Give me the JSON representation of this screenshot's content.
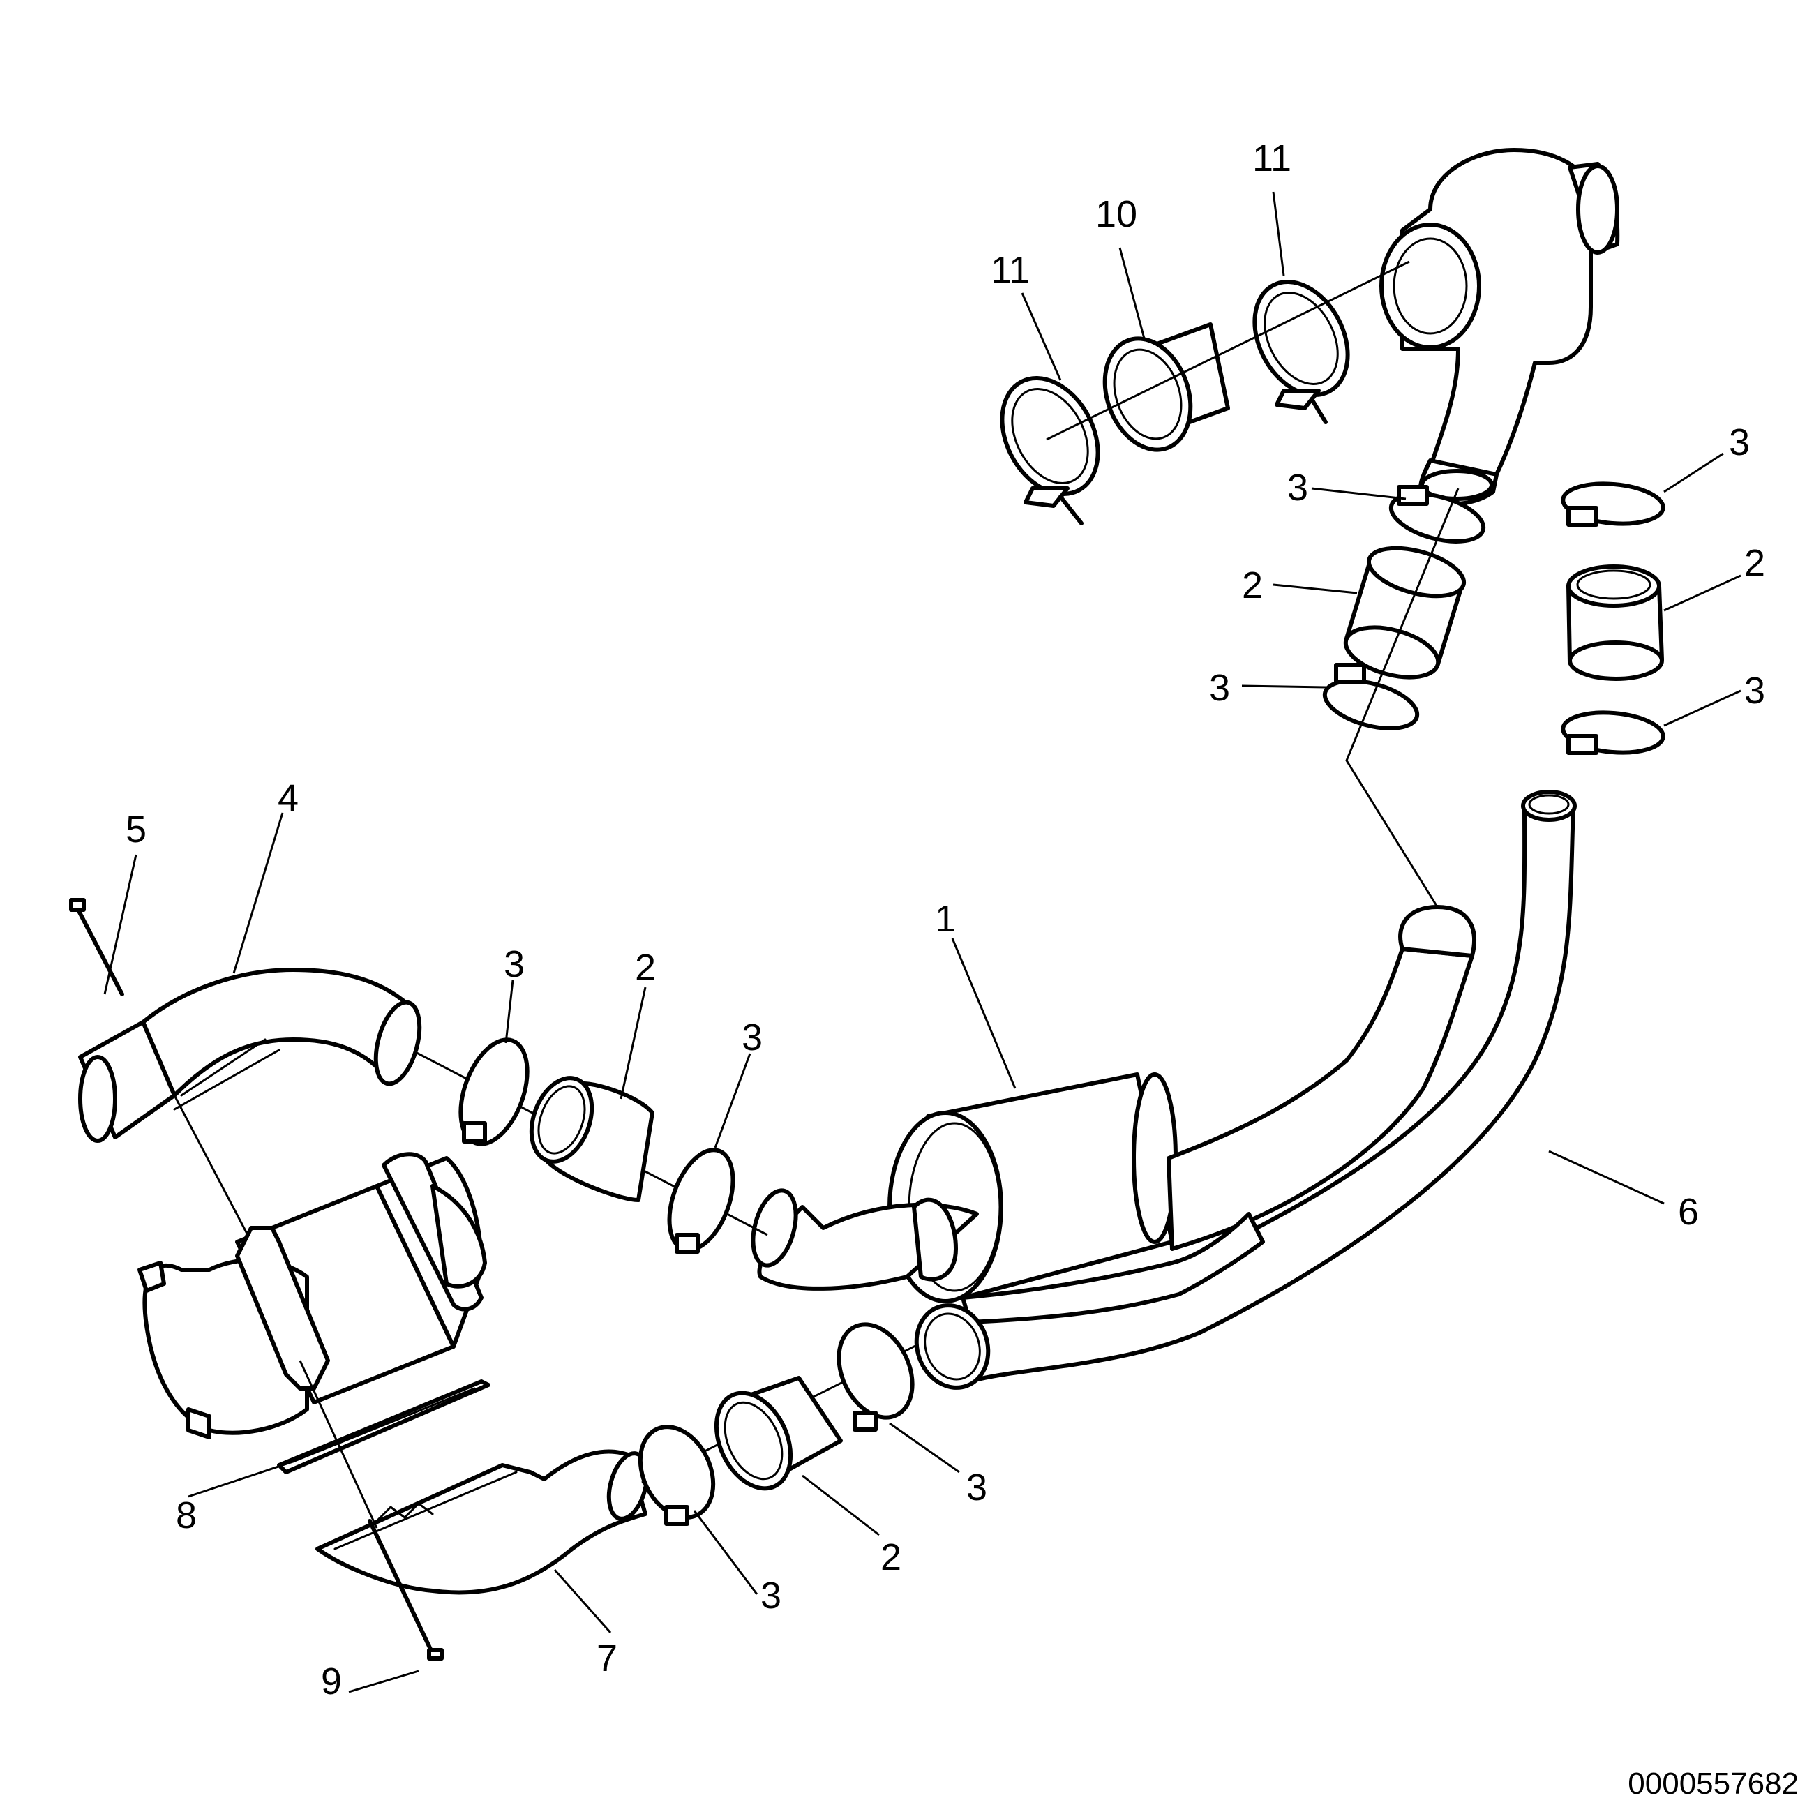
{
  "drawing_number": "0000557682",
  "callouts": {
    "c1": "1",
    "c2_mid": "2",
    "c2_top": "2",
    "c2_right": "2",
    "c2_bottom": "2",
    "c3_mid_left": "3",
    "c3_mid_right": "3",
    "c3_top_upper": "3",
    "c3_top_lower": "3",
    "c3_right_upper": "3",
    "c3_right_lower": "3",
    "c3_bottom_left": "3",
    "c3_bottom_right": "3",
    "c4": "4",
    "c5": "5",
    "c6": "6",
    "c7": "7",
    "c8": "8",
    "c9": "9",
    "c10": "10",
    "c11_left": "11",
    "c11_right": "11"
  }
}
